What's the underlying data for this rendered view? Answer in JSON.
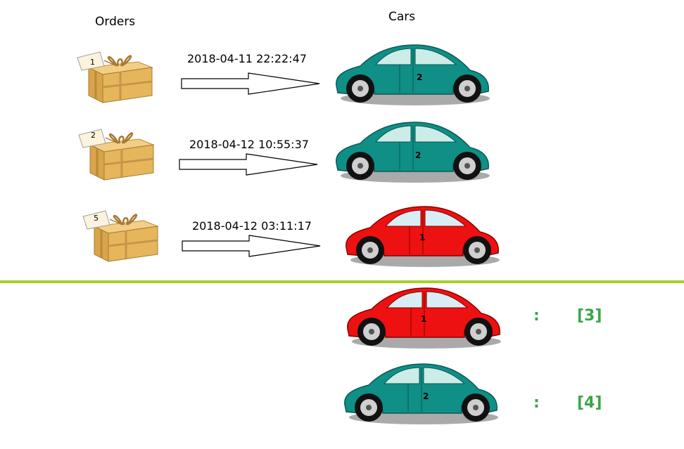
{
  "headers": {
    "orders": "Orders",
    "cars": "Cars"
  },
  "rows": [
    {
      "order_id": "1",
      "timestamp": "2018-04-11 22:22:47",
      "car_id": "2",
      "car_color": "#0f8f86"
    },
    {
      "order_id": "2",
      "timestamp": "2018-04-12 10:55:37",
      "car_id": "2",
      "car_color": "#0f8f86"
    },
    {
      "order_id": "5",
      "timestamp": "2018-04-12 03:11:17",
      "car_id": "1",
      "car_color": "#ee1111"
    }
  ],
  "results": [
    {
      "car_id": "1",
      "car_color": "#ee1111",
      "colon": ":",
      "value": "[3]"
    },
    {
      "car_id": "2",
      "car_color": "#0f8f86",
      "colon": ":",
      "value": "[4]"
    }
  ],
  "colors": {
    "divider": "#a6d12a",
    "result_text": "#3aa64a"
  },
  "icons": {
    "order": "gift-box-icon",
    "car": "car-icon",
    "arrow": "right-arrow-icon"
  }
}
